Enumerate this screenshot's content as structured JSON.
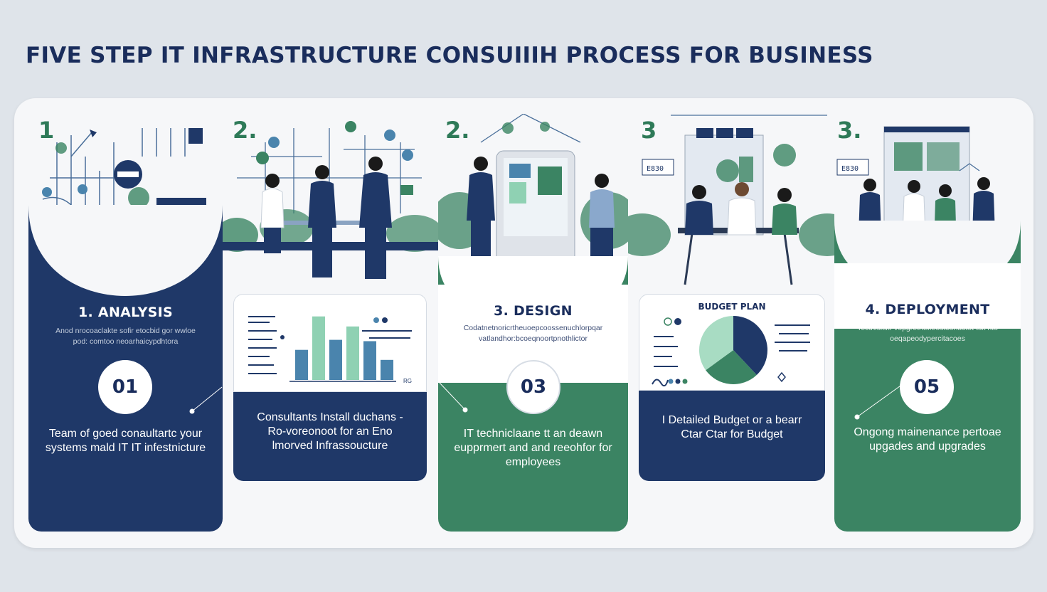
{
  "page": {
    "title": "FIVE STEP IT INFRASTRUCTURE CONSUIIIH PROCESS FOR BUSINESS"
  },
  "colors": {
    "navy": "#1f3868",
    "green": "#3b8463",
    "light_green": "#8fd1b3",
    "accent_blue": "#4a84ad",
    "background": "#dfe4ea"
  },
  "steps": [
    {
      "number_tag": "1",
      "title": "1. ANALYSIS",
      "subtitle": "Anod nrocoaclakte sofir etocbid gor wwloe pod: comtoo neoarhaicypdhtora",
      "circle": "01",
      "body": "Team of goed conaultartc your systems mald IT IT infestnicture"
    },
    {
      "number_tag": "2.",
      "body": "Consultants Install duchans - Ro-voreonoot for an Eno lmorved Infrassoucture"
    },
    {
      "number_tag": "2.",
      "title": "3. DESIGN",
      "subtitle": "Codatnetnoricrtheuoepcoossenuchlorpqar vatlandhor:bcoeqnoortpnothlictor",
      "circle": "03",
      "body": "IT techniclaane tt an deawn eupprmert and and reeohfor for employees"
    },
    {
      "number_tag": "3",
      "panel_label": "BUDGET PLAN",
      "small_tag": "E830",
      "body": "I Detailed Budget or a bearr Ctar Ctar for Budget"
    },
    {
      "number_tag": "3.",
      "title": "4. DEPLOYMENT",
      "subtitle": "Tecthiskiltr vopgrethtMeostconuctot tsit nto oeqapeodypercitacoes",
      "small_tag": "E830",
      "circle": "05",
      "body": "Ongong mainenance pertoae upgades and upgrades"
    }
  ],
  "bar_chart": {
    "values": [
      0.45,
      0.95,
      0.6,
      0.8,
      0.58,
      0.3
    ],
    "colors": [
      "#4a84ad",
      "#8fd1b3",
      "#4a84ad",
      "#8fd1b3",
      "#4a84ad",
      "#4a84ad"
    ],
    "axis_label": "RG"
  },
  "pie_chart": {
    "slices": [
      0.38,
      0.27,
      0.35
    ],
    "colors": [
      "#1f3868",
      "#3b8463",
      "#a8dcc3"
    ]
  },
  "icons": {
    "network": "network-diagram-icon",
    "people": "people-icon",
    "tablet": "tablet-icon"
  }
}
